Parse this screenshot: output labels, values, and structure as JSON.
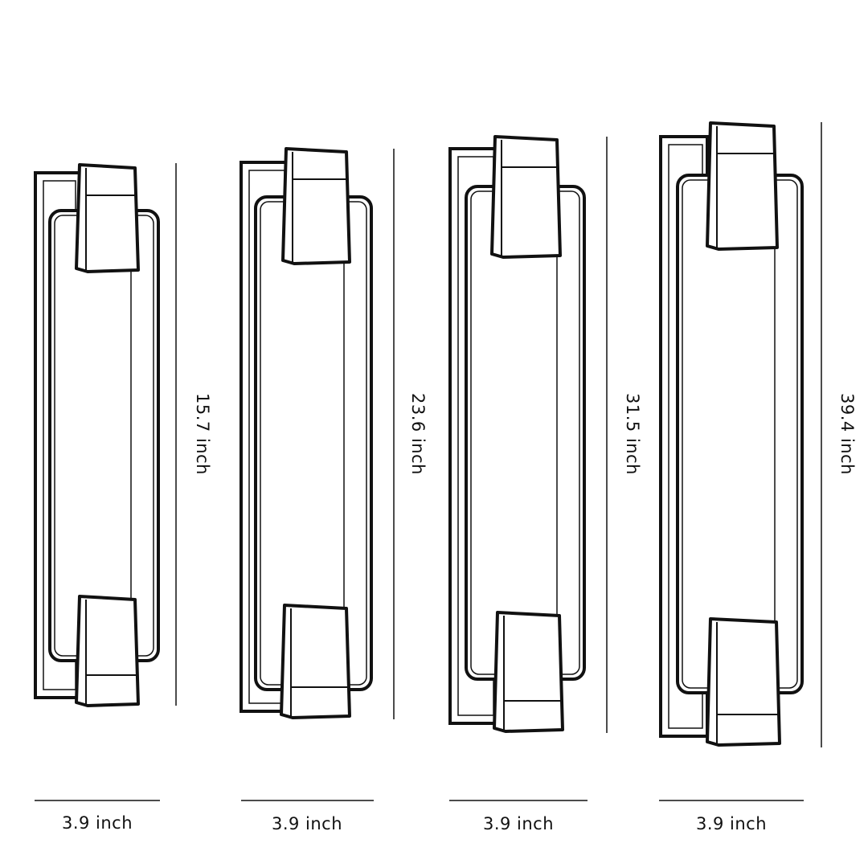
{
  "fixtures": [
    {
      "height_label": "15.7 inch",
      "width_label": "3.9 inch"
    },
    {
      "height_label": "23.6 inch",
      "width_label": "3.9 inch"
    },
    {
      "height_label": "31.5 inch",
      "width_label": "3.9 inch"
    },
    {
      "height_label": "39.4 inch",
      "width_label": "3.9 inch"
    }
  ],
  "colors": {
    "line": "#111111",
    "background": "#ffffff"
  }
}
